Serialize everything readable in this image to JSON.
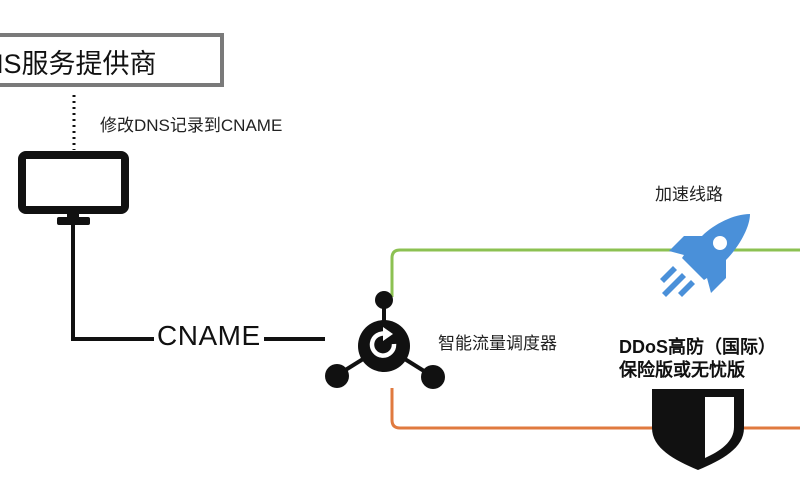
{
  "dns_provider": {
    "label": "NS服务提供商"
  },
  "annotations": {
    "modify_dns": "修改DNS记录到CNAME",
    "cname": "CNAME",
    "scheduler": "智能流量调度器",
    "accel_route": "加速线路",
    "ddos_line1": "DDoS高防（国际）",
    "ddos_line2": "保险版或无忧版"
  },
  "icons": {
    "monitor": "monitor-icon",
    "scheduler": "refresh-hub-icon",
    "accel": "rocket-icon",
    "ddos": "shield-icon"
  },
  "colors": {
    "accel_line": "#8cc152",
    "ddos_line": "#e07a3f",
    "rocket": "#4a90d9",
    "box_border": "#7a7a7a",
    "ink": "#111111"
  }
}
